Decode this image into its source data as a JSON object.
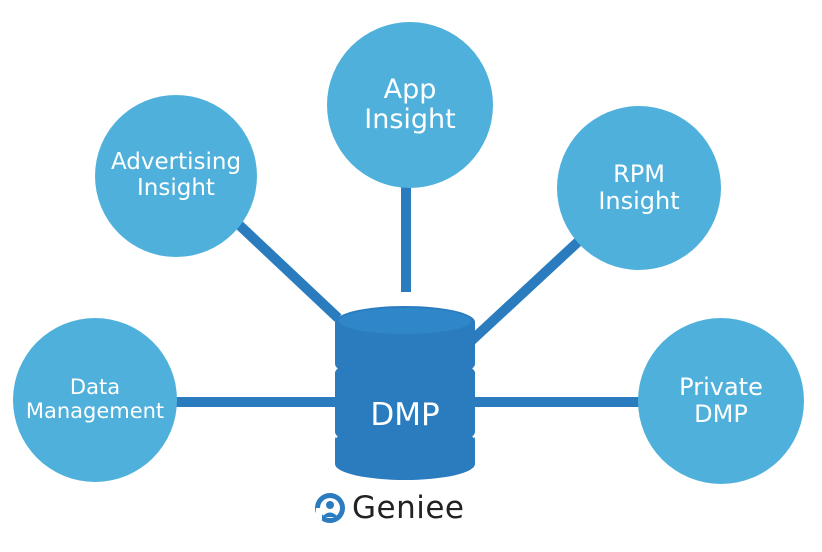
{
  "colors": {
    "node_fill": "#4fb1db",
    "database_fill": "#2a7cbf",
    "connector": "#2a7cbf",
    "text_on_node": "#ffffff",
    "brand_text": "#222222"
  },
  "hub": {
    "label": "DMP"
  },
  "nodes": [
    {
      "id": "app-insight",
      "lines": [
        "App",
        "Insight"
      ]
    },
    {
      "id": "advertising-insight",
      "lines": [
        "Advertising",
        "Insight"
      ]
    },
    {
      "id": "rpm-insight",
      "lines": [
        "RPM",
        "Insight"
      ]
    },
    {
      "id": "data-management",
      "lines": [
        "Data",
        "Management"
      ]
    },
    {
      "id": "private-dmp",
      "lines": [
        "Private",
        "DMP"
      ]
    }
  ],
  "brand": {
    "name": "Geniee",
    "icon": "geniee-logo-icon"
  }
}
